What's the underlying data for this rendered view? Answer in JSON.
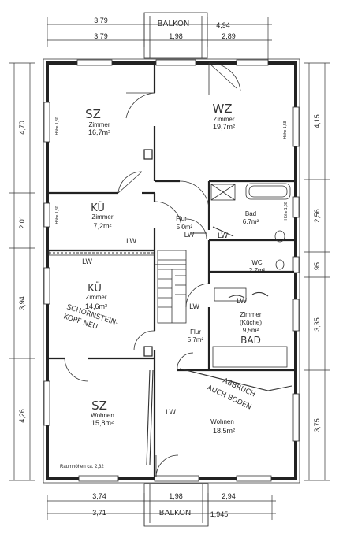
{
  "balconies": {
    "top": "BALKON",
    "bottom": "BALKON"
  },
  "rooms": {
    "sz_top": {
      "hand": "SZ",
      "name": "Zimmer",
      "area": "16,7m²",
      "window": "Höhe 1,80"
    },
    "wz": {
      "hand": "WZ",
      "name": "Zimmer",
      "area": "19,7m²",
      "window": "Höhe 1,58"
    },
    "kue_top": {
      "hand": "KÜ",
      "name": "Zimmer",
      "area": "7,2m²",
      "window": "Höhe 1,80"
    },
    "flur_top": {
      "name": "Flur",
      "area": "5,0m²",
      "hand": "LW"
    },
    "bad": {
      "name": "Bad",
      "area": "6,7m²",
      "window": "Höhe 1,60"
    },
    "wc": {
      "name": "WC",
      "area": "2,7m²"
    },
    "kue_mid": {
      "hand": "KÜ",
      "name": "Zimmer",
      "area": "14,6m²"
    },
    "kueche": {
      "name": "Zimmer",
      "sub": "(Küche)",
      "area": "9,5m²",
      "hand": "BAD"
    },
    "flur_low": {
      "name": "Flur",
      "area": "5,7m²"
    },
    "sz_low": {
      "hand": "SZ",
      "name": "Wohnen",
      "area": "15,8m²"
    },
    "wohnen": {
      "name": "Wohnen",
      "area": "18,5m²"
    }
  },
  "notes": {
    "schornstein": "SCHORNSTEIN-",
    "kopf": "KOPF NEU",
    "abbruch": "ABBRUCH",
    "auch": "AUCH BODEN",
    "lw1": "LW",
    "lw2": "LW",
    "lw3": "LW",
    "lw4": "LW",
    "lw5": "LW",
    "lw6": "LW",
    "raumhoehen": "Raumhöhen ca. 2,32"
  },
  "dims": {
    "top": [
      "3,79",
      "4,94",
      "3,79",
      "1,98",
      "2,89"
    ],
    "bottom": [
      "3,74",
      "1,98",
      "2,94",
      "3,71",
      "1,945"
    ],
    "left": [
      "4,70",
      "2,01",
      "3,94",
      "4,26"
    ],
    "right": [
      "4,15",
      "2,56",
      "95",
      "3,35",
      "3,75"
    ]
  }
}
